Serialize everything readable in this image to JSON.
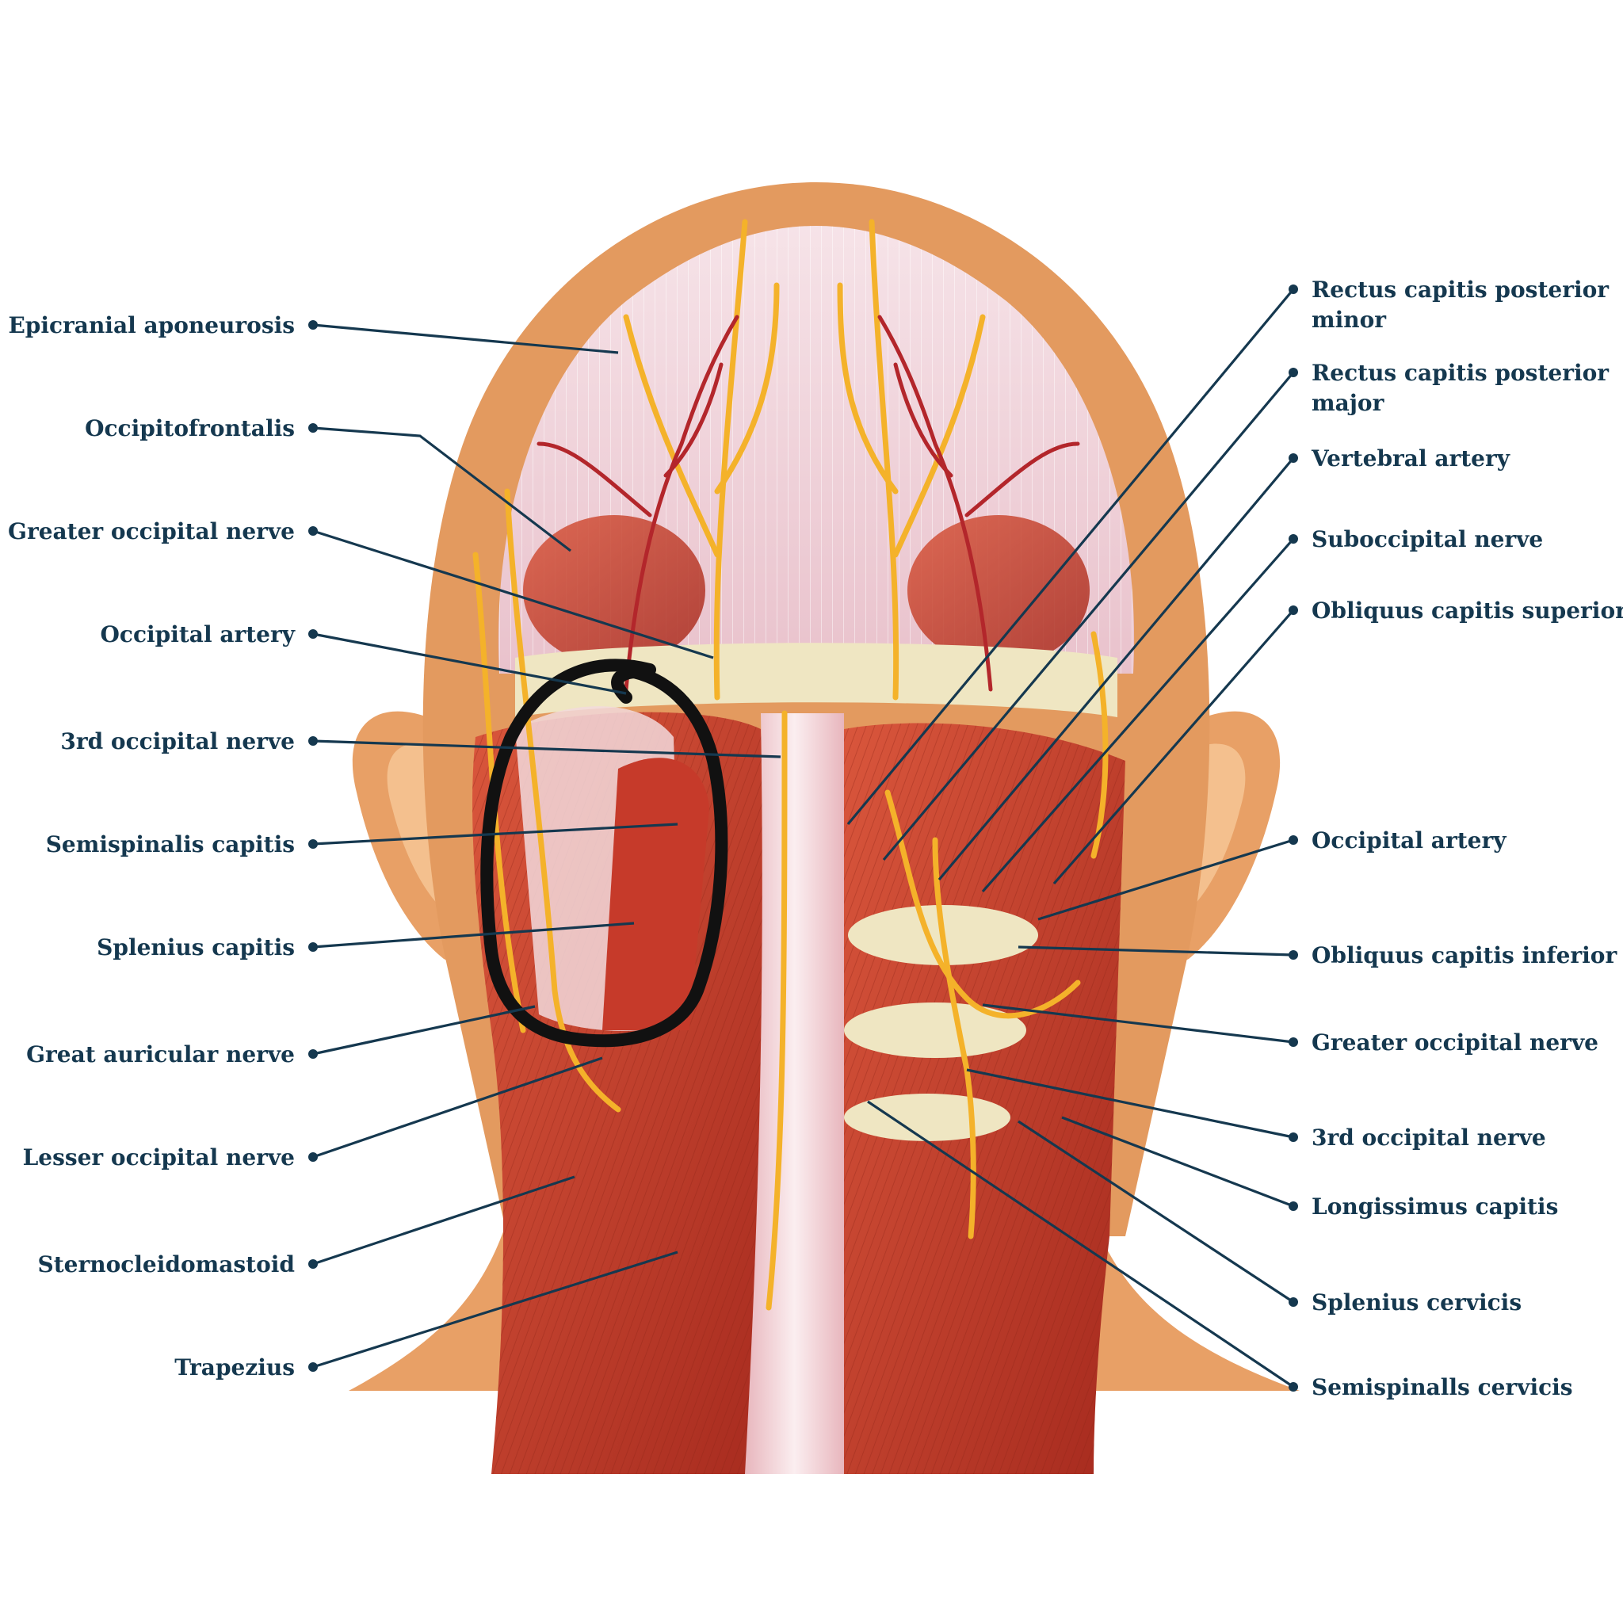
{
  "labels_left": [
    {
      "id": "epicranial-aponeurosis",
      "text": "Epicranial aponeurosis"
    },
    {
      "id": "occipitofrontalis",
      "text": "Occipitofrontalis"
    },
    {
      "id": "greater-occipital-nerve-left",
      "text": "Greater occipital nerve"
    },
    {
      "id": "occipital-artery-left",
      "text": "Occipital artery"
    },
    {
      "id": "3rd-occipital-nerve-left",
      "text": "3rd occipital nerve"
    },
    {
      "id": "semispinalis-capitis",
      "text": "Semispinalis capitis"
    },
    {
      "id": "splenius-capitis",
      "text": "Splenius capitis"
    },
    {
      "id": "great-auricular-nerve",
      "text": "Great auricular nerve"
    },
    {
      "id": "lesser-occipital-nerve",
      "text": "Lesser occipital nerve"
    },
    {
      "id": "sternocleidomastoid",
      "text": "Sternocleidomastoid"
    },
    {
      "id": "trapezius",
      "text": "Trapezius"
    }
  ],
  "labels_right": [
    {
      "id": "rectus-capitis-posterior-minor",
      "lines": [
        "Rectus capitis posterior",
        "minor"
      ]
    },
    {
      "id": "rectus-capitis-posterior-major",
      "lines": [
        "Rectus capitis posterior",
        "major"
      ]
    },
    {
      "id": "vertebral-artery",
      "lines": [
        "Vertebral artery"
      ]
    },
    {
      "id": "suboccipital-nerve",
      "lines": [
        "Suboccipital nerve"
      ]
    },
    {
      "id": "obliquus-capitis-superior",
      "lines": [
        "Obliquus capitis superior"
      ]
    },
    {
      "id": "occipital-artery-right",
      "lines": [
        "Occipital artery"
      ]
    },
    {
      "id": "obliquus-capitis-inferior",
      "lines": [
        "Obliquus capitis inferior"
      ]
    },
    {
      "id": "greater-occipital-nerve-right",
      "lines": [
        "Greater occipital nerve"
      ]
    },
    {
      "id": "3rd-occipital-nerve-right",
      "lines": [
        "3rd occipital nerve"
      ]
    },
    {
      "id": "longissimus-capitis",
      "lines": [
        "Longissimus capitis"
      ]
    },
    {
      "id": "splenius-cervicis",
      "lines": [
        "Splenius cervicis"
      ]
    },
    {
      "id": "semispinalis-cervicis",
      "lines": [
        "Semispinalls cervicis"
      ]
    }
  ],
  "colors": {
    "label_text": "#15384f",
    "skin": "#e8a066",
    "skin_light": "#f4c08e",
    "scalp_aponeurosis": "#f3d6dc",
    "muscle": "#c8432f",
    "muscle_dark": "#a3291d",
    "nerve": "#f4b22a",
    "artery": "#b3262b",
    "spine_band": "#efe6c2",
    "annotation_circle": "#111111"
  }
}
